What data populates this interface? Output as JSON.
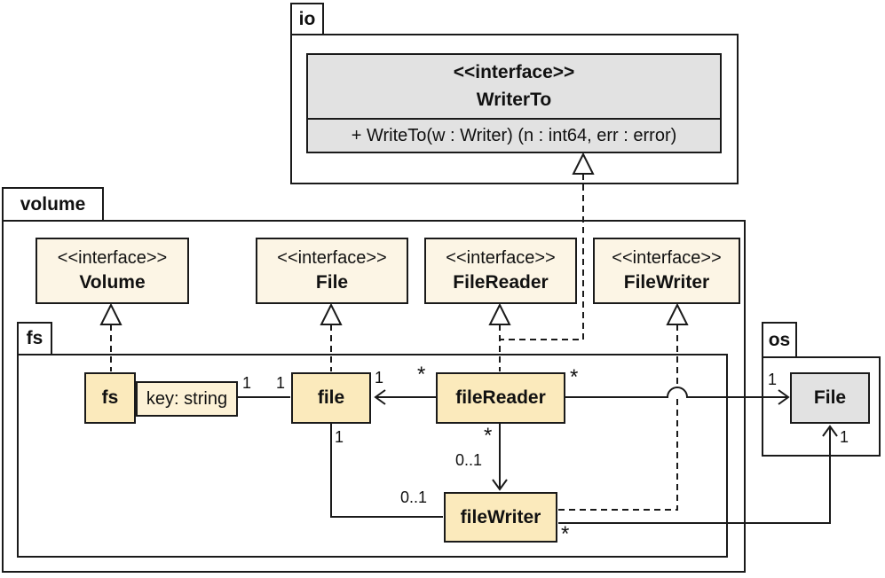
{
  "diagram": {
    "type": "uml-package-class-diagram",
    "packages": {
      "io": {
        "label": "io"
      },
      "volume": {
        "label": "volume"
      },
      "fs": {
        "label": "fs"
      },
      "os": {
        "label": "os"
      }
    },
    "classes": {
      "writer_to": {
        "stereotype": "<<interface>>",
        "name": "WriterTo",
        "method": "+ WriteTo(w : Writer) (n : int64, err : error)"
      },
      "volume_interface": {
        "stereotype": "<<interface>>",
        "name": "Volume"
      },
      "file_interface": {
        "stereotype": "<<interface>>",
        "name": "File"
      },
      "filereader_interface": {
        "stereotype": "<<interface>>",
        "name": "FileReader"
      },
      "filewriter_interface": {
        "stereotype": "<<interface>>",
        "name": "FileWriter"
      },
      "fs_struct": {
        "name": "fs",
        "qualifier": "key: string"
      },
      "file_struct": {
        "name": "file"
      },
      "filereader_struct": {
        "name": "fileReader"
      },
      "filewriter_struct": {
        "name": "fileWriter"
      },
      "os_file": {
        "name": "File"
      }
    },
    "multiplicities": {
      "fs_file_near_qualifier": "1",
      "fs_file_near_file": "1",
      "reader_file_near_file": "1",
      "reader_file_near_reader": "*",
      "reader_osfile_near_reader": "*",
      "reader_osfile_near_osfile": "1",
      "reader_writer_near_reader": "*",
      "reader_writer_near_writer": "0..1",
      "file_writer_near_file": "1",
      "file_writer_near_writer": "0..1",
      "writer_osfile_near_writer": "*",
      "writer_osfile_near_osfile": "1"
    },
    "relations": [
      "fs ..|> volume.Volume",
      "file ..|> volume.File",
      "fileReader ..|> volume.FileReader",
      "fileReader ..|> io.WriterTo",
      "fileWriter ..|> volume.FileWriter",
      "fs 1-1 file (qualified by key: string)",
      "fileReader *->1 file",
      "fileReader *->1 os.File",
      "fileReader *->0..1 fileWriter",
      "file 1-0..1 fileWriter",
      "fileWriter *->1 os.File"
    ],
    "colors": {
      "class_fill": "#fbeabc",
      "interface_fill": "#fcf5e5",
      "qualifier_fill": "#fdf2d6",
      "neutral_fill": "#e2e2e2",
      "border": "#1a1a1a",
      "background": "#ffffff"
    }
  }
}
